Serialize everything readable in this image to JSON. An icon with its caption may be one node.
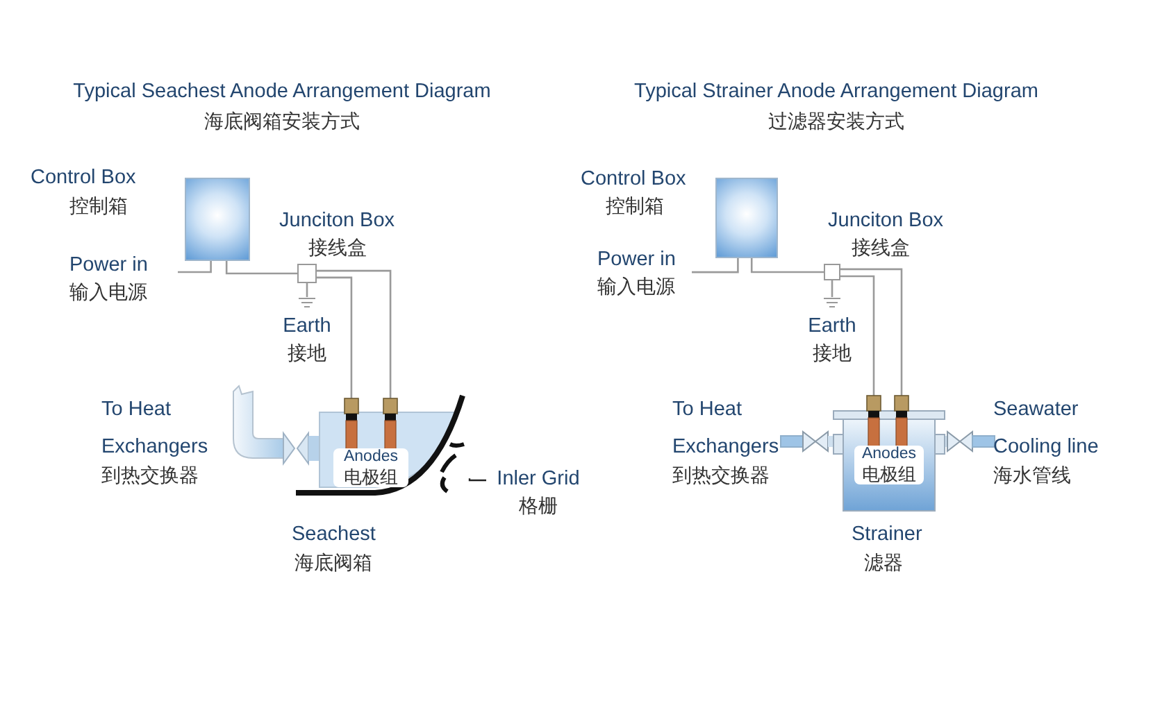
{
  "diagram": {
    "nodes": [
      {
        "text": [],
        "shape": "box",
        "beside": [
          "Control Box",
          "控制箱"
        ]
      },
      {
        "text": [],
        "shape": "box",
        "beside": [
          "Junciton Box",
          "接线盒"
        ]
      },
      {
        "text": [
          "Power in",
          "输入电源"
        ]
      },
      {
        "text": [
          "Earth",
          "接地"
        ]
      },
      {
        "text": [],
        "shape": "picture",
        "beside": [
          "Seachest",
          "海底阀箱"
        ]
      },
      {
        "text": [
          "Anodes",
          "电极组"
        ],
        "in": 4
      },
      {
        "text": [
          "Inler Grid",
          "格栅"
        ]
      },
      {
        "text": [],
        "shape": "picture"
      },
      {
        "text": [],
        "shape": "box",
        "beside": [
          "Control Box",
          "控制箱"
        ]
      },
      {
        "text": [],
        "shape": "box",
        "beside": [
          "Junciton Box",
          "接线盒"
        ]
      },
      {
        "text": [
          "Power in",
          "输入电源"
        ]
      },
      {
        "text": [
          "Earth",
          "接地"
        ]
      },
      {
        "text": [],
        "shape": "picture",
        "beside": [
          "Strainer",
          "滤器"
        ]
      },
      {
        "text": [
          "Anodes",
          "电极组"
        ]
      }
    ],
    "edges": [
      {
        "from": 2,
        "to": 0,
        "arrow": "none"
      },
      {
        "from": 0,
        "to": 1,
        "arrow": "none"
      },
      {
        "from": 1,
        "to": 3,
        "arrow": "none"
      },
      {
        "from": 1,
        "to": 5,
        "arrow": "none"
      },
      {
        "from": 1,
        "to": 5,
        "arrow": "none"
      },
      {
        "from": 6,
        "to": 7,
        "arrow": "none",
        "color": "#222222"
      },
      {
        "from": 10,
        "to": 8,
        "arrow": "none"
      },
      {
        "from": 8,
        "to": 9,
        "arrow": "none"
      },
      {
        "from": 9,
        "to": 11,
        "arrow": "none"
      },
      {
        "from": 9,
        "to": 13,
        "arrow": "none"
      },
      {
        "from": 9,
        "to": 13,
        "arrow": "none"
      }
    ],
    "labels": [
      "Typical Seachest Anode Arrangement Diagram",
      "海底阀箱安装方式",
      "Typical Strainer Anode Arrangement Diagram",
      "过滤器安装方式",
      "To Heat Exchangers",
      "到热交换器",
      "To Heat Exchangers",
      "到热交换器",
      "Seawater Cooling line",
      "海水管线"
    ]
  }
}
